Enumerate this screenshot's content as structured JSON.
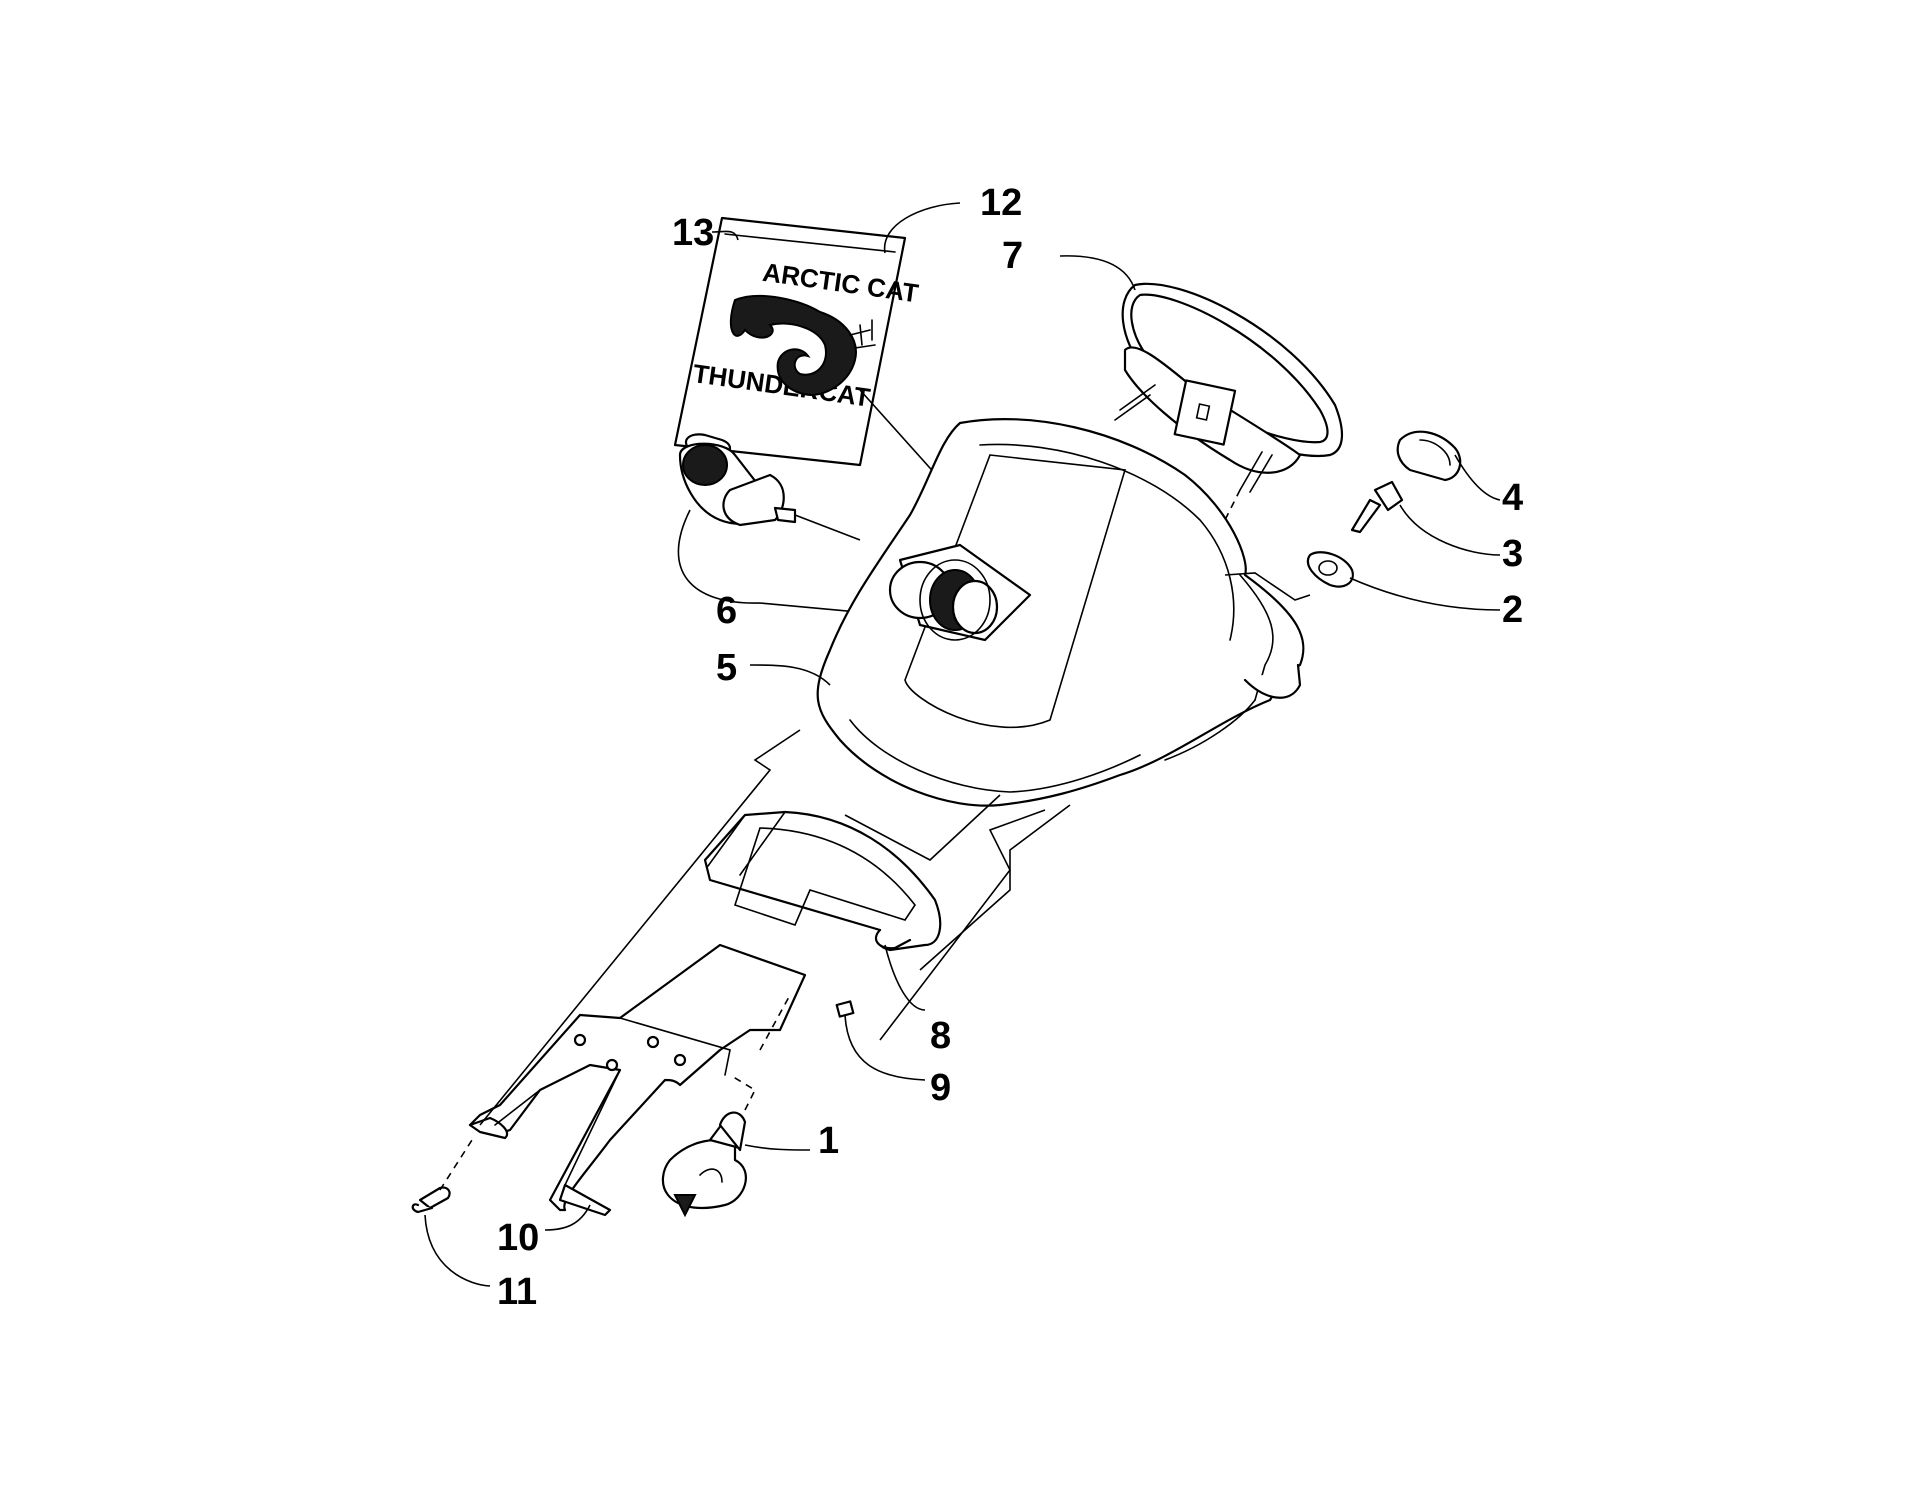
{
  "callouts": [
    {
      "id": "1",
      "label": "1"
    },
    {
      "id": "2",
      "label": "2"
    },
    {
      "id": "3",
      "label": "3"
    },
    {
      "id": "4",
      "label": "4"
    },
    {
      "id": "5",
      "label": "5"
    },
    {
      "id": "6",
      "label": "6"
    },
    {
      "id": "7",
      "label": "7"
    },
    {
      "id": "8",
      "label": "8"
    },
    {
      "id": "9",
      "label": "9"
    },
    {
      "id": "10",
      "label": "10"
    },
    {
      "id": "11",
      "label": "11"
    },
    {
      "id": "12",
      "label": "12"
    },
    {
      "id": "13",
      "label": "13"
    }
  ],
  "decal": {
    "brand_text": "ARCTIC CAT",
    "model_text": "THUNDERCAT"
  },
  "colors": {
    "line": "#000000",
    "background": "#ffffff"
  }
}
